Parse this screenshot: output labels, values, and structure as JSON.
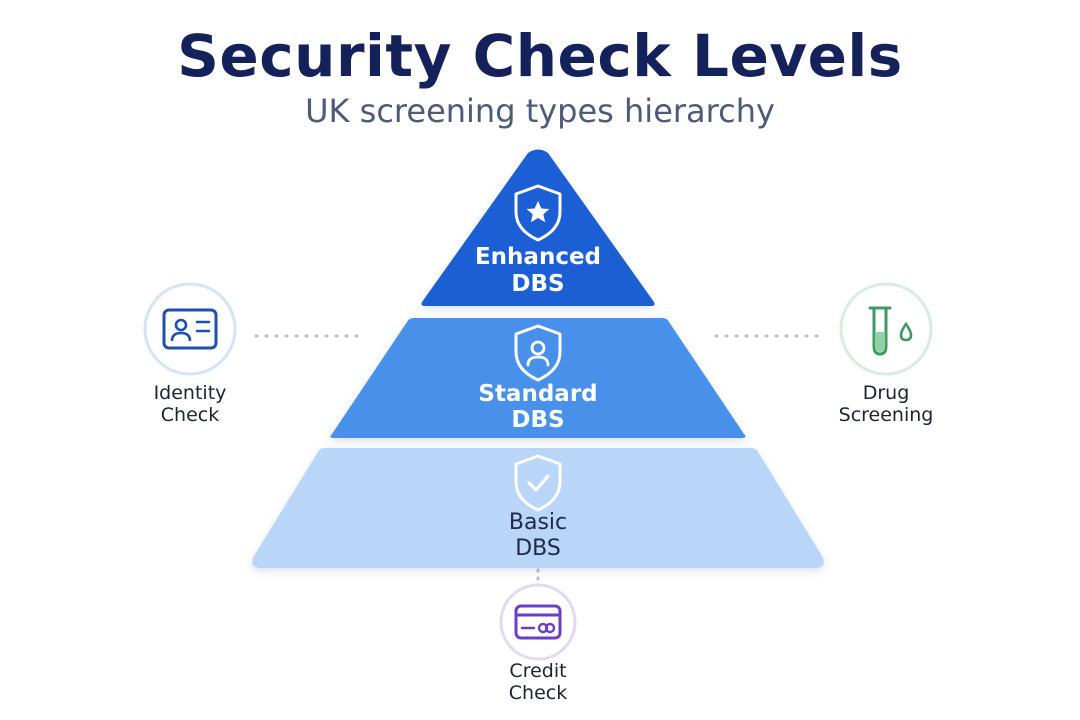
{
  "header": {
    "title": "Security Check Levels",
    "subtitle": "UK screening types hierarchy"
  },
  "pyramid": {
    "levels": [
      {
        "line1": "Enhanced",
        "line2": "DBS",
        "icon": "shield-star-icon",
        "color": "#1a5fd4",
        "text_color": "#ffffff"
      },
      {
        "line1": "Standard",
        "line2": "DBS",
        "icon": "shield-user-icon",
        "color": "#4a90ea",
        "text_color": "#ffffff"
      },
      {
        "line1": "Basic",
        "line2": "DBS",
        "icon": "shield-check-icon",
        "color": "#b9d6f8",
        "text_color": "#1d2a4a"
      }
    ]
  },
  "side_checks": {
    "identity": {
      "line1": "Identity",
      "line2": "Check",
      "icon": "id-card-icon",
      "color": "#1f4fb0"
    },
    "drug": {
      "line1": "Drug",
      "line2": "Screening",
      "icon": "test-tube-icon",
      "color": "#3f9a62"
    },
    "credit": {
      "line1": "Credit",
      "line2": "Check",
      "icon": "credit-card-icon",
      "color": "#6a3fc8"
    }
  }
}
